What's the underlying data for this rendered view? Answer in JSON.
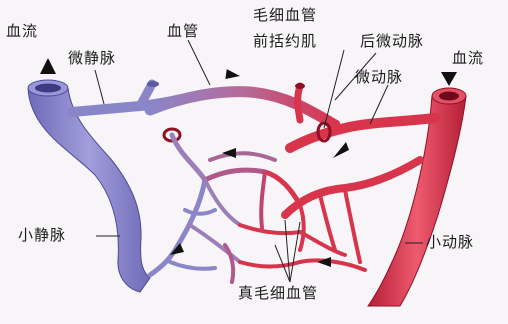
{
  "labels": {
    "blood_flow_left": "血流",
    "venule": "微静脉",
    "vessel": "血管",
    "capillary_line1": "毛细血管",
    "capillary_line2": "前括约肌",
    "metarteriole": "后微动脉",
    "arteriole_micro": "微动脉",
    "blood_flow_right": "血流",
    "small_vein": "小静脉",
    "small_artery": "小动脉",
    "true_capillary": "真毛细血管"
  },
  "colors": {
    "background": "#f7f5f7",
    "vein": "#8a86c8",
    "vein_dark": "#5d5aa6",
    "artery": "#d8344c",
    "artery_dark": "#a5192f",
    "capillary_mix": "#b05a8c",
    "label_text": "#1e1e1e"
  }
}
